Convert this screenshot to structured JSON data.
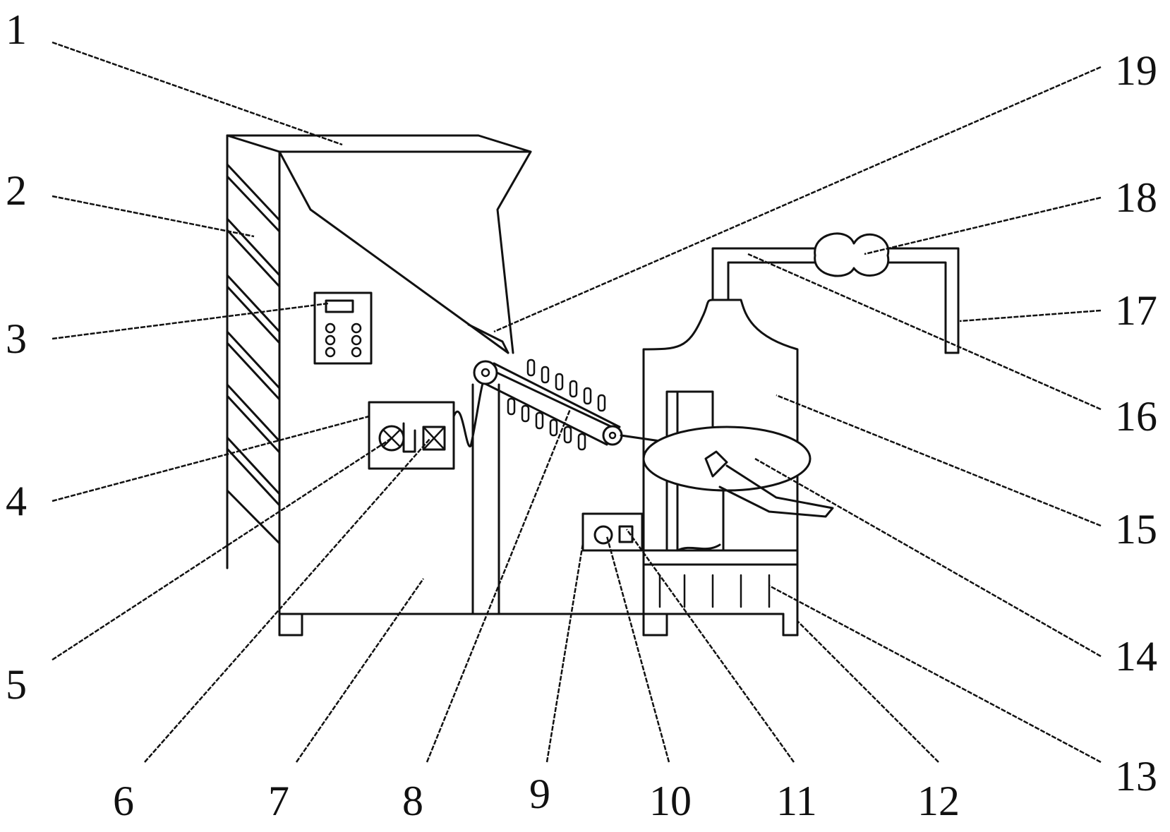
{
  "labels": {
    "l1": "1",
    "l2": "2",
    "l3": "3",
    "l4": "4",
    "l5": "5",
    "l6": "6",
    "l7": "7",
    "l8": "8",
    "l9": "9",
    "l10": "10",
    "l11": "11",
    "l12": "12",
    "l13": "13",
    "l14": "14",
    "l15": "15",
    "l16": "16",
    "l17": "17",
    "l18": "18",
    "l19": "19"
  }
}
